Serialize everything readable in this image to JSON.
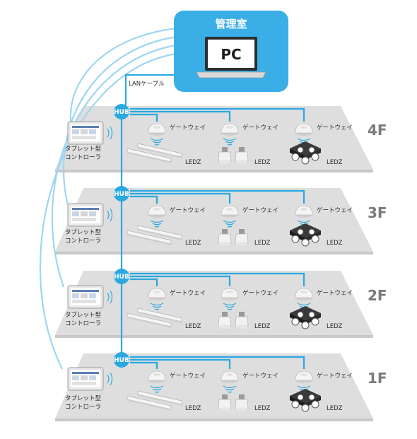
{
  "admin_room": {
    "title": "管理室",
    "pc_label": "PC"
  },
  "lan_label": "LANケーブル",
  "hub_label": "HUB",
  "gateway_label": "ゲートウェイ",
  "led_label": "LEDZ",
  "tablet_label": {
    "line1": "タブレット型",
    "line2": "コントローラ"
  },
  "floors": [
    {
      "label": "4F"
    },
    {
      "label": "3F"
    },
    {
      "label": "2F"
    },
    {
      "label": "1F"
    }
  ],
  "colors": {
    "accent": "#2aa8e0",
    "wireless": "#9fd6f2",
    "floor_plate": "#dedede",
    "floor_edge": "#c8c8c8"
  }
}
